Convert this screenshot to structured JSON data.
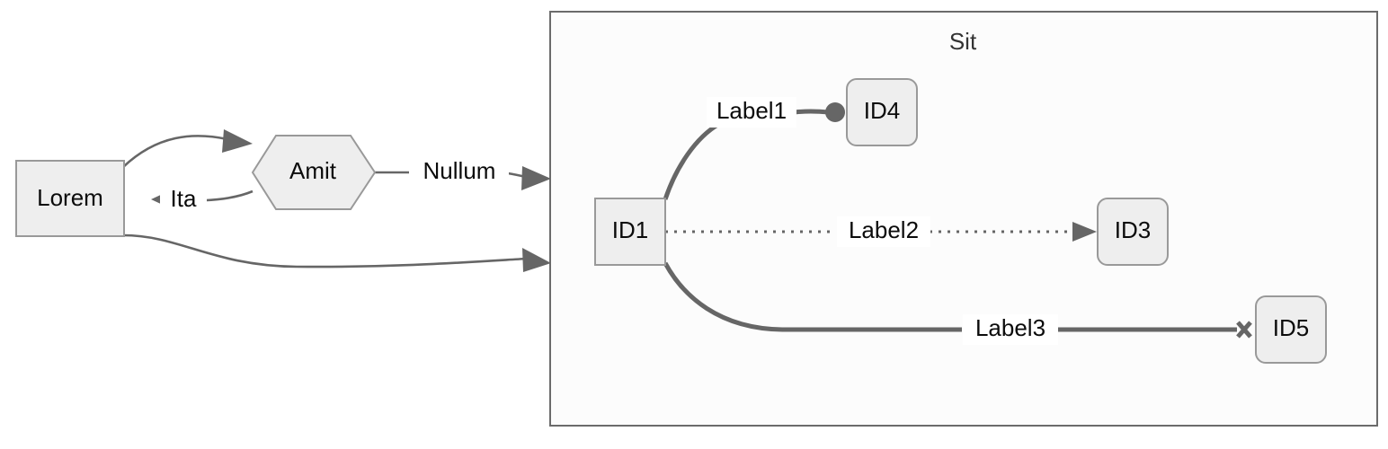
{
  "diagram": {
    "type": "flowchart",
    "direction": "left-to-right",
    "colors": {
      "node_fill": "#eeeeee",
      "node_stroke": "#999999",
      "edge_stroke": "#666666",
      "cluster_fill": "#fcfcfc",
      "cluster_stroke": "#6b6b6b",
      "text": "#0b0b0b",
      "background": "#ffffff"
    },
    "cluster": {
      "id": "subgraph-sit",
      "title": "Sit"
    },
    "nodes": [
      {
        "id": "Lorem",
        "label": "Lorem",
        "shape": "rectangle"
      },
      {
        "id": "Amit",
        "label": "Amit",
        "shape": "hexagon"
      },
      {
        "id": "ID1",
        "label": "ID1",
        "shape": "rectangle"
      },
      {
        "id": "ID3",
        "label": "ID3",
        "shape": "rounded-rectangle"
      },
      {
        "id": "ID4",
        "label": "ID4",
        "shape": "rounded-rectangle"
      },
      {
        "id": "ID5",
        "label": "ID5",
        "shape": "rounded-rectangle"
      }
    ],
    "edges": [
      {
        "id": "e-lorem-amit",
        "from": "Lorem",
        "to": "Amit",
        "label": "",
        "line": "solid",
        "terminator": "arrow"
      },
      {
        "id": "e-amit-lorem",
        "from": "Amit",
        "to": "Lorem",
        "label": "Ita",
        "line": "solid",
        "terminator": "arrow"
      },
      {
        "id": "e-amit-sit",
        "from": "Amit",
        "to": "Sit",
        "label": "Nullum",
        "line": "solid",
        "terminator": "arrow"
      },
      {
        "id": "e-lorem-sit",
        "from": "Lorem",
        "to": "Sit",
        "label": "",
        "line": "solid",
        "terminator": "arrow"
      },
      {
        "id": "e-id1-id4",
        "from": "ID1",
        "to": "ID4",
        "label": "Label1",
        "line": "thick",
        "terminator": "circle"
      },
      {
        "id": "e-id1-id3",
        "from": "ID1",
        "to": "ID3",
        "label": "Label2",
        "line": "dotted",
        "terminator": "arrow"
      },
      {
        "id": "e-id1-id5",
        "from": "ID1",
        "to": "ID5",
        "label": "Label3",
        "line": "thick",
        "terminator": "cross"
      }
    ]
  }
}
